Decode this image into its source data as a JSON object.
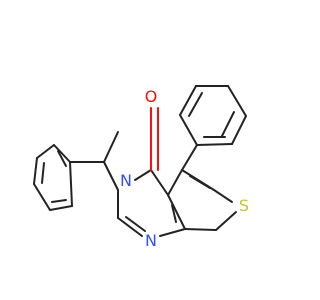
{
  "colors": {
    "background": "#ffffff",
    "carbon_bond": "#232323",
    "nitrogen": "#3050f8",
    "oxygen": "#ff0d0d",
    "sulfur": "#c6c62c"
  },
  "molecule": {
    "atoms": {
      "O": "O",
      "N_ring": "N",
      "N_imine": "N",
      "S": "S"
    }
  }
}
